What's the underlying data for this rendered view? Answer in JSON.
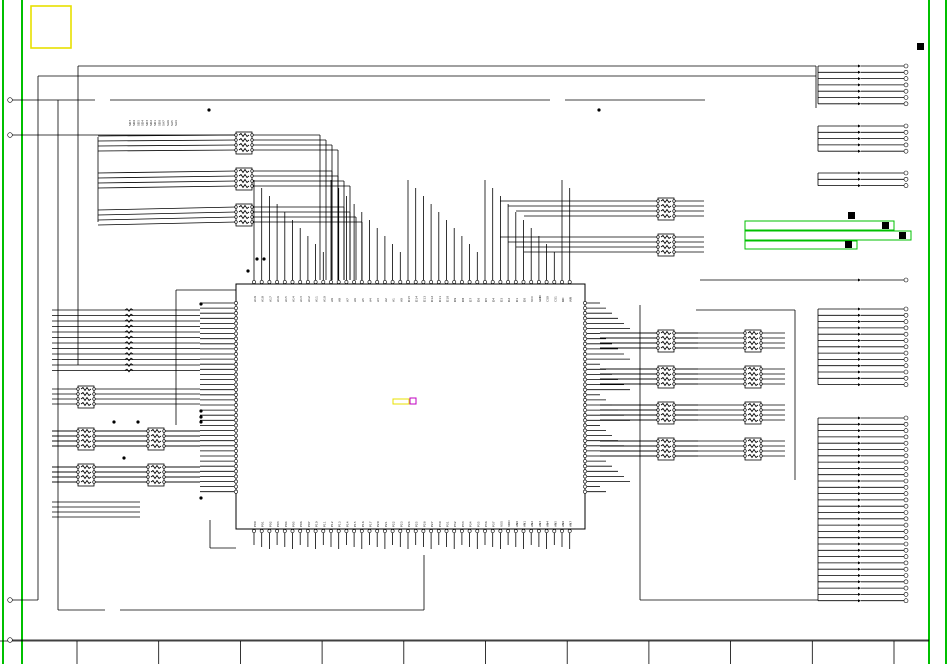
{
  "diagram": {
    "type": "circuit-schematic",
    "description_visible": "schematic sheet with central IC and resistor networks",
    "colors": {
      "wire": "#000000",
      "frame": "#00c000",
      "marker_yellow": "#e8e000",
      "marker_magenta": "#c000c0",
      "pin": "#000000",
      "background": "#ffffff"
    },
    "top_pin_labels": [
      "A19",
      "A18",
      "A17",
      "A16",
      "A15",
      "A14",
      "A13",
      "A12",
      "A11",
      "A10",
      "A9",
      "A8",
      "A7",
      "A6",
      "A5",
      "A4",
      "A3",
      "A2",
      "A1",
      "A0",
      "D15",
      "D14",
      "D13",
      "D12",
      "D11",
      "D10",
      "D9",
      "D8",
      "D7",
      "D6",
      "D5",
      "D4",
      "D3",
      "D2",
      "D1",
      "D0",
      "VCC",
      "GND",
      "CS0",
      "CS1",
      "RD",
      "WR",
      "WAIT",
      "RESET",
      "NMI",
      "INT0",
      "INT1",
      "CLK"
    ],
    "bottom_pin_labels": [
      "P00",
      "P01",
      "P02",
      "P03",
      "P04",
      "P05",
      "P06",
      "P07",
      "P10",
      "P11",
      "P12",
      "P13",
      "P14",
      "P15",
      "P16",
      "P17",
      "P20",
      "P21",
      "P22",
      "P23",
      "P24",
      "P25",
      "P26",
      "P27",
      "P30",
      "P31",
      "P32",
      "P33",
      "P34",
      "P35",
      "P36",
      "P37",
      "VSS",
      "VDD",
      "AN0",
      "AN1",
      "AN2",
      "AN3",
      "AN4",
      "AN5",
      "AN6",
      "AN7"
    ],
    "left_bus_labels": [
      "SD7",
      "SD6",
      "SD5",
      "SD4",
      "SD3",
      "SD2",
      "SD1",
      "SD0",
      "SA7",
      "SA6",
      "SA5",
      "SA4"
    ],
    "grid_column_count": 11
  }
}
